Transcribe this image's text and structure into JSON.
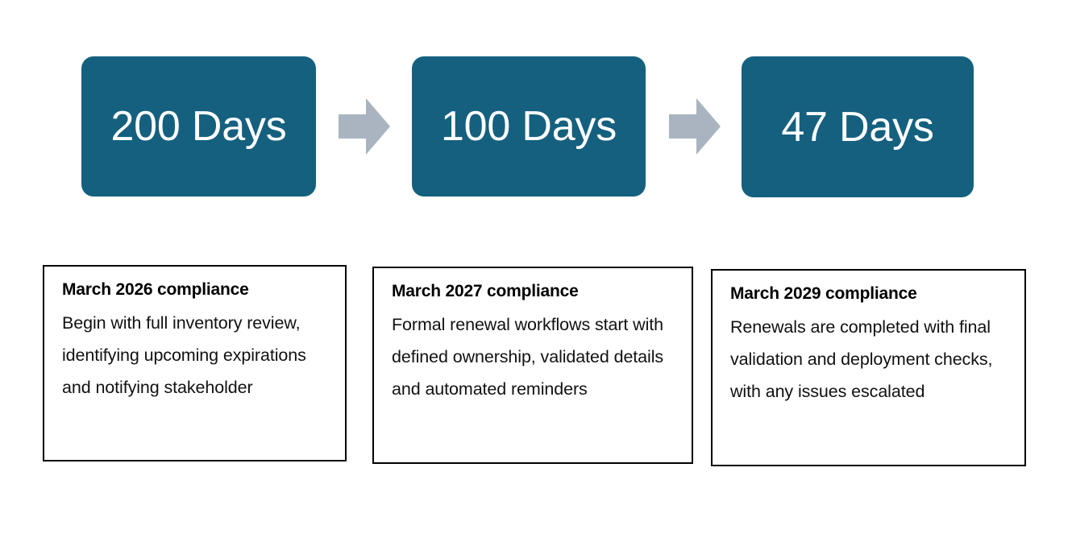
{
  "graphic": {
    "type": "three-stage-process-timeline",
    "colors": {
      "stage_box_fill": "#15607F",
      "stage_box_text": "#FFFFFF",
      "arrow_fill": "#A9B4C0",
      "card_border": "#000000",
      "card_background": "#FFFFFF",
      "card_text": "#111111"
    },
    "stages": [
      {
        "id": "stage-1",
        "metric": "200 Days",
        "arrow_after": "right-arrow-icon",
        "card": {
          "title": "March 2026 compliance",
          "body": "Begin with full inventory review, identifying upcoming expirations and notifying stakeholder"
        }
      },
      {
        "id": "stage-2",
        "metric": "100 Days",
        "arrow_after": "right-arrow-icon",
        "card": {
          "title": "March 2027 compliance",
          "body": "Formal renewal workflows start with defined ownership, validated details and automated reminders"
        }
      },
      {
        "id": "stage-3",
        "metric": "47 Days",
        "arrow_after": null,
        "card": {
          "title": "March 2029 compliance",
          "body": "Renewals are completed with final validation and deployment checks, with any issues escalated"
        }
      }
    ]
  }
}
